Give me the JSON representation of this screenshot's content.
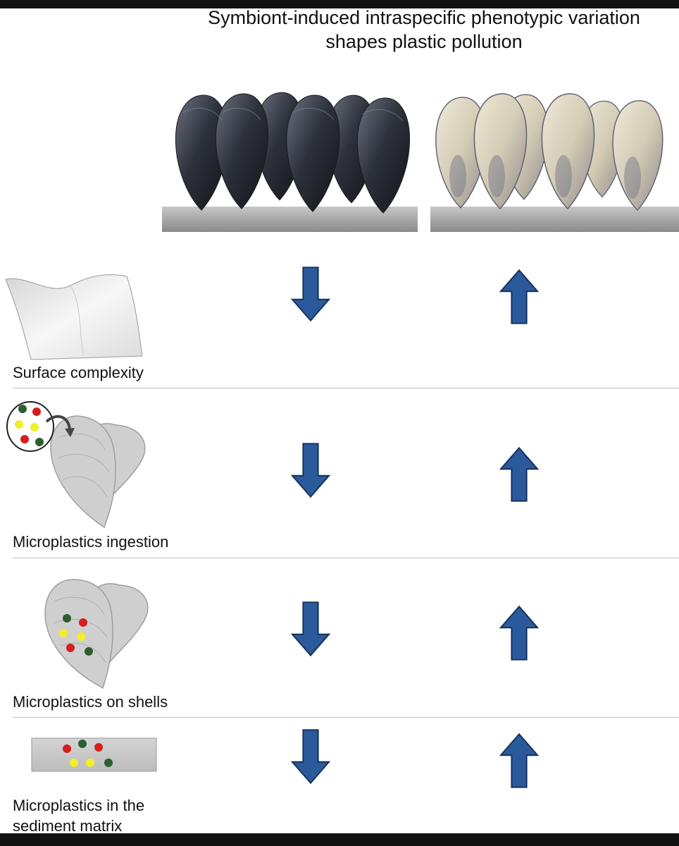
{
  "title": {
    "line1": "Symbiont-induced intraspecific phenotypic variation",
    "line2": "shapes plastic pollution"
  },
  "rows": [
    {
      "label": "Surface complexity",
      "left_arrow": "down",
      "right_arrow": "up"
    },
    {
      "label": "Microplastics ingestion",
      "left_arrow": "down",
      "right_arrow": "up"
    },
    {
      "label": "Microplastics on shells",
      "left_arrow": "down",
      "right_arrow": "up"
    },
    {
      "label_line1": "Microplastics in the",
      "label_line2": "sediment matrix",
      "left_arrow": "down",
      "right_arrow": "up"
    }
  ],
  "colors": {
    "arrow_fill": "#2a5a9c",
    "arrow_stroke": "#16305a",
    "microplastic_red": "#d81d1d",
    "microplastic_yellow": "#f2ee2a",
    "microplastic_green": "#2c5f2d",
    "divider": "#b9c0cc"
  },
  "icons": {
    "mussel_group_left": "dark-mussels-icon",
    "mussel_group_right": "pale-encrusted-mussels-icon",
    "surface": "curved-surface-icon",
    "ingestion": "mussel-ingestion-icon",
    "shells": "mussel-shell-particles-icon",
    "sediment": "sediment-slab-icon"
  }
}
